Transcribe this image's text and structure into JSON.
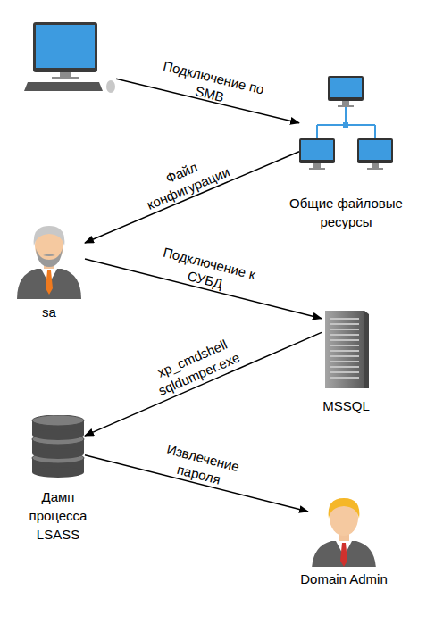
{
  "diagram": {
    "nodes": [
      {
        "text": []
      },
      {
        "text": [
          "Общие файловые ресурсы"
        ]
      },
      {
        "text": [
          "sa"
        ]
      },
      {
        "text": [
          "MSSQL"
        ]
      },
      {
        "text": [
          "Дамп процесса LSASS"
        ]
      },
      {
        "text": [
          "Domain Admin"
        ]
      }
    ],
    "edges": [
      {
        "from": 0,
        "to": 1,
        "label": "Подключение по SMB",
        "arrow": "to"
      },
      {
        "from": 1,
        "to": 2,
        "label": "Файл конфигурации",
        "arrow": "to"
      },
      {
        "from": 2,
        "to": 3,
        "label": "Подключение к СУБД",
        "arrow": "to"
      },
      {
        "from": 3,
        "to": 4,
        "label": "xp_cmdshell sqldumper.exe",
        "arrow": "to"
      },
      {
        "from": 4,
        "to": 5,
        "label": "Извлечение пароля",
        "arrow": "to"
      }
    ]
  }
}
